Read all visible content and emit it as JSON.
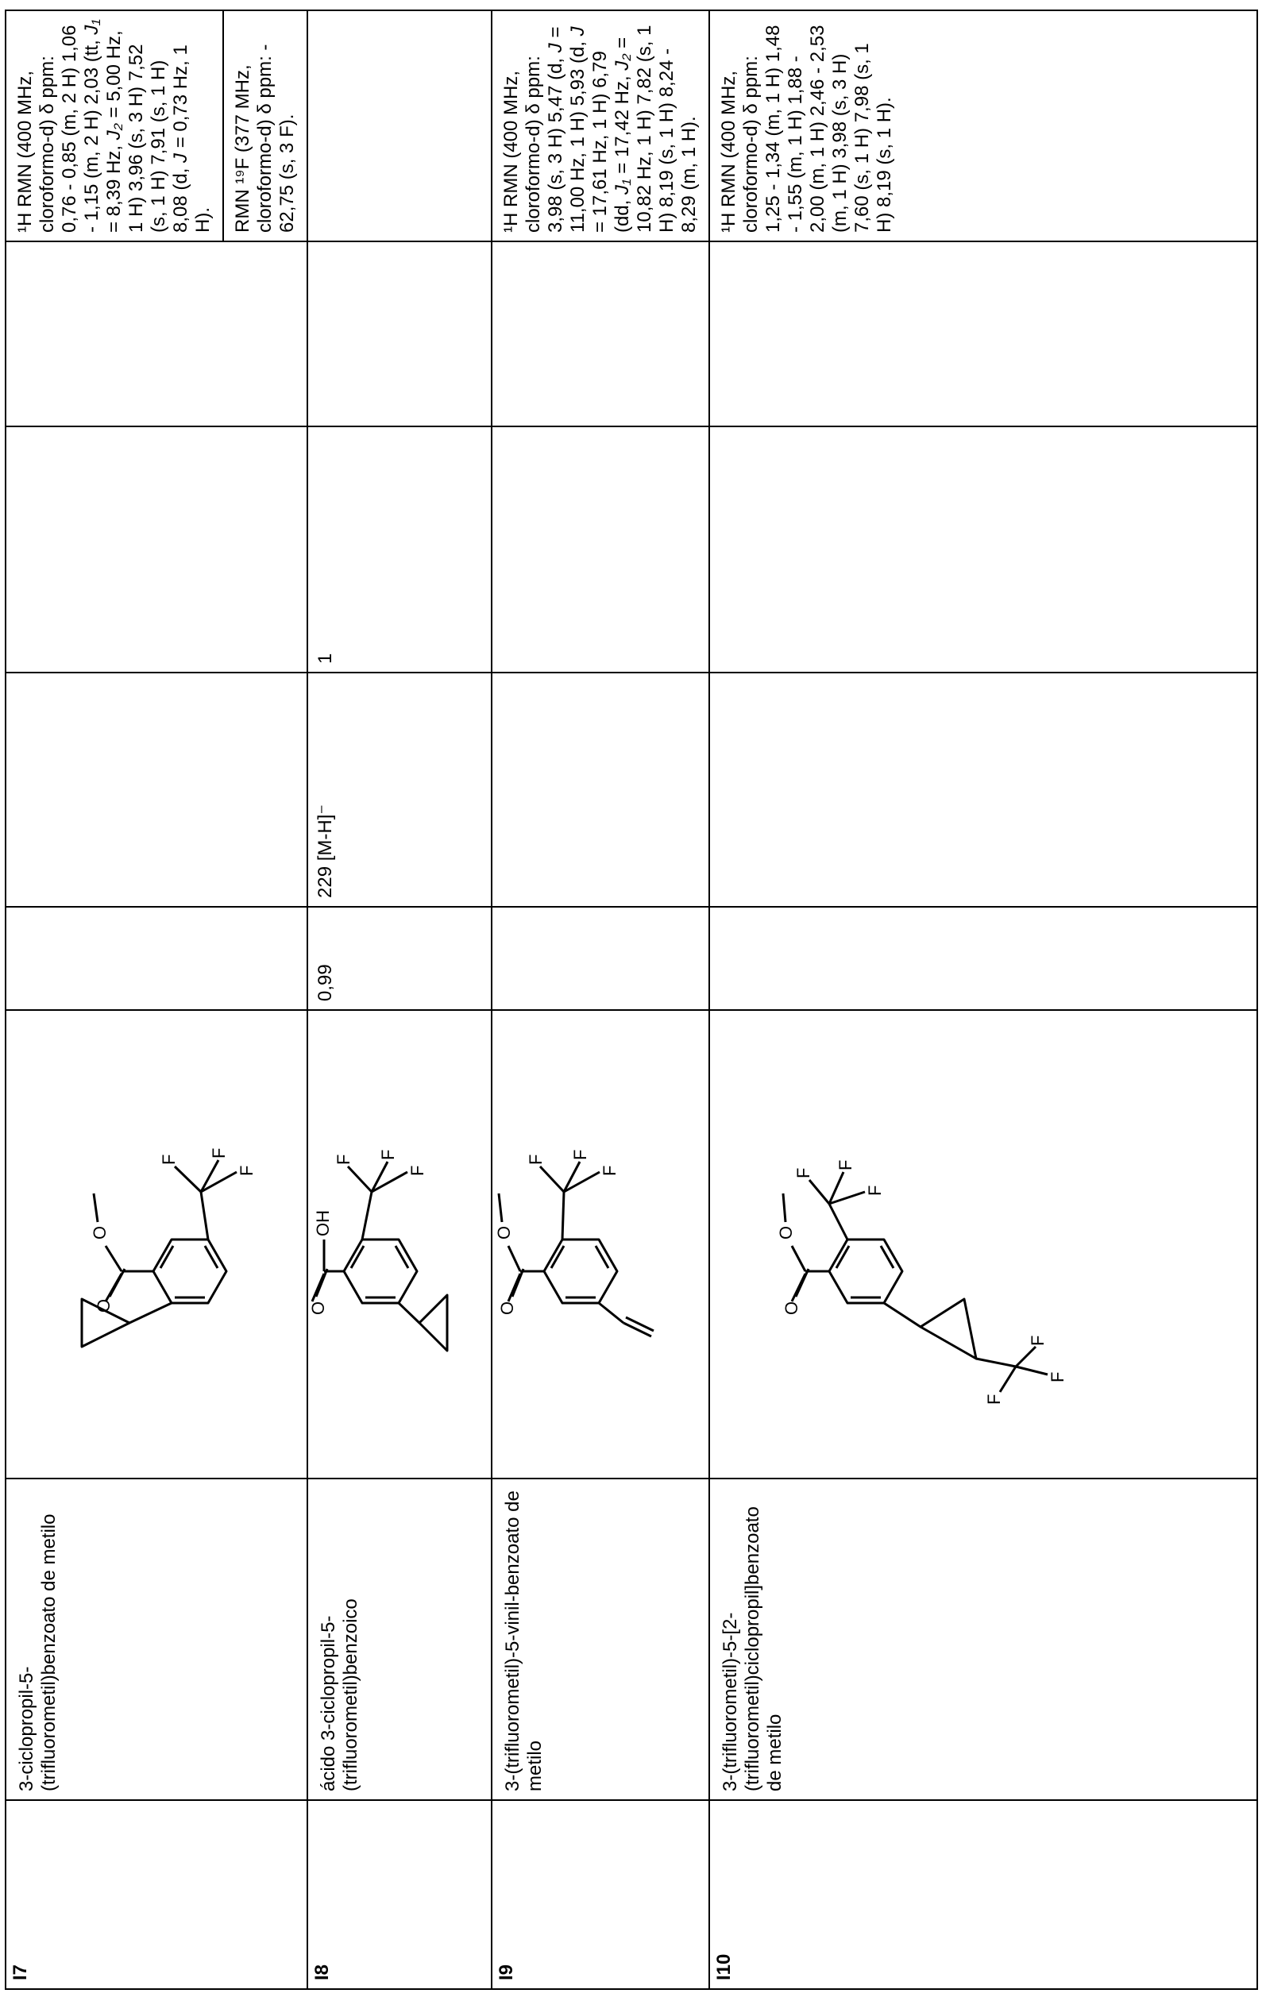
{
  "rows": [
    {
      "id": "I7",
      "name": "3-ciclopropil-5-(trifluorometil)benzoato de metilo",
      "rt": "",
      "mass": "",
      "method": "",
      "nmr_h": [
        "¹H RMN (400 MHz, cloroformo-d) δ ppm: 0,76 - 0,85 (m, 2 H) 1,06 - 1,15 (m, 2 H) 2,03 (tt, ",
        "J₁",
        " = 8,39 Hz, ",
        "J₂",
        " = 5,00 Hz, 1 H) 3,96 (s, 3 H) 7,52 (s, 1 H) 7,91 (s, 1 H) 8,08 (d, ",
        "J",
        " = 0,73 Hz, 1 H)."
      ],
      "nmr_f": "RMN ¹⁹F (377 MHz, cloroformo-d) δ ppm: - 62,75 (s, 3 F).",
      "atoms": {
        "o1": "O",
        "o2": "O",
        "f1": "F",
        "f2": "F",
        "f3": "F"
      }
    },
    {
      "id": "I8",
      "name": "ácido 3-ciclopropil-5-(trifluorometil)benzoico",
      "rt": "0,99",
      "mass": "229 [M-H]⁻",
      "method": "1",
      "atoms": {
        "o1": "O",
        "oh": "OH",
        "f1": "F",
        "f2": "F",
        "f3": "F"
      }
    },
    {
      "id": "I9",
      "name": "3-(trifluorometil)-5-vinil-benzoato de metilo",
      "rt": "",
      "mass": "",
      "method": "",
      "nmr_h": [
        "¹H RMN (400 MHz, cloroformo-d) δ ppm: 3,98 (s, 3 H) 5,47 (d, ",
        "J",
        " = 11,00 Hz, 1 H) 5,93 (d, ",
        "J",
        " = 17,61 Hz, 1 H) 6,79 (dd, ",
        "J₁",
        " = 17,42 Hz, ",
        "J₂",
        " = 10,82 Hz, 1 H) 7,82 (s, 1 H) 8,19 (s, 1 H) 8,24 - 8,29 (m, 1 H)."
      ],
      "atoms": {
        "o1": "O",
        "o2": "O",
        "f1": "F",
        "f2": "F",
        "f3": "F"
      }
    },
    {
      "id": "I10",
      "name": "3-(trifluorometil)-5-[2-(trifluorometil)ciclopropil]benzoato de metilo",
      "rt": "",
      "mass": "",
      "method": "",
      "nmr_h": [
        "¹H RMN (400 MHz, cloroformo-d) δ ppm: 1,25 - 1,34 (m, 1 H) 1,48 - 1,55 (m, 1 H) 1,88 - 2,00 (m, 1 H) 2,46 - 2,53 (m, 1 H) 3,98 (s, 3 H) 7,60 (s, 1 H) 7,98 (s, 1 H) 8,19 (s, 1 H)."
      ],
      "atoms": {
        "o1": "O",
        "o2": "O",
        "f1": "F",
        "f2": "F",
        "f3": "F",
        "f4": "F",
        "f5": "F",
        "f6": "F"
      }
    }
  ]
}
